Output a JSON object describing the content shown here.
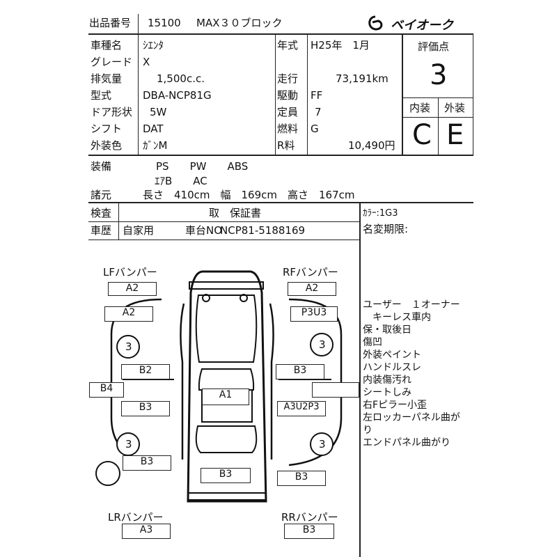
{
  "header": {
    "lot_label": "出品番号",
    "lot_number": "15100",
    "auction": "MAX３０ブロック",
    "brand": "ベイオーク"
  },
  "vehicle": {
    "model_label": "車種名",
    "model": "ｼｴﾝﾀ",
    "grade_label": "グレード",
    "grade": "X",
    "displacement_label": "排気量",
    "displacement": "1,500c.c.",
    "type_label": "型式",
    "type": "DBA-NCP81G",
    "door_label": "ドア形状",
    "door": "5W",
    "shift_label": "シフト",
    "shift": "DAT",
    "color_label": "外装色",
    "color": "ｶﾞﾝM",
    "year_label": "年式",
    "year": "H25年　1月",
    "mileage_label": "走行",
    "mileage": "73,191km",
    "drive_label": "駆動",
    "drive": "FF",
    "capacity_label": "定員",
    "capacity": "7",
    "fuel_label": "燃料",
    "fuel": "G",
    "recycle_label": "R料",
    "recycle": "10,490円"
  },
  "score": {
    "score_label": "評価点",
    "score": "3",
    "interior_label": "内装",
    "interior": "C",
    "exterior_label": "外装",
    "exterior": "E"
  },
  "equipment": {
    "label": "装備",
    "line1": "PS　　PW　　ABS",
    "line2": "ｴｱB　　AC"
  },
  "dimensions": {
    "label": "諸元",
    "text": "長さ　410cm　幅　169cm　高さ　167cm"
  },
  "inspection": {
    "label": "検査",
    "value": "取　保証書",
    "history_label": "車歴",
    "history": "自家用",
    "chassis_label": "車台NO",
    "chassis": "NCP81-5188169",
    "color_code": "ｶﾗｰ:1G3",
    "name_change": "名変期限:"
  },
  "diagram": {
    "lf_label": "LFバンパー",
    "rf_label": "RFバンパー",
    "lr_label": "LRバンパー",
    "rr_label": "RRバンパー",
    "lf_bumper": "A2",
    "rf_bumper": "A2",
    "lf_fender": "A2",
    "rf_fender": "P3U3",
    "lf_wheel": "3",
    "rf_wheel": "3",
    "lr_wheel": "3",
    "rr_wheel": "3",
    "l_front_door": "B2",
    "r_front_door": "B3",
    "l_pillar": "B4",
    "l_rear_door": "B3",
    "r_rear_door": "A3U2P3",
    "roof": "A1",
    "l_quarter": "B3",
    "r_quarter": "B3",
    "back_door": "B3",
    "lr_bumper": "A3",
    "rr_bumper": "B3"
  },
  "notes": [
    "ユーザー　１オーナー",
    "　キーレス車内",
    "保・取後日",
    "傷凹",
    "外装ペイント",
    "ハンドルスレ",
    "内装傷汚れ",
    "シートしみ",
    "右Fピラー小歪",
    "左ロッカーパネル曲が",
    "り",
    "エンドパネル曲がり"
  ]
}
